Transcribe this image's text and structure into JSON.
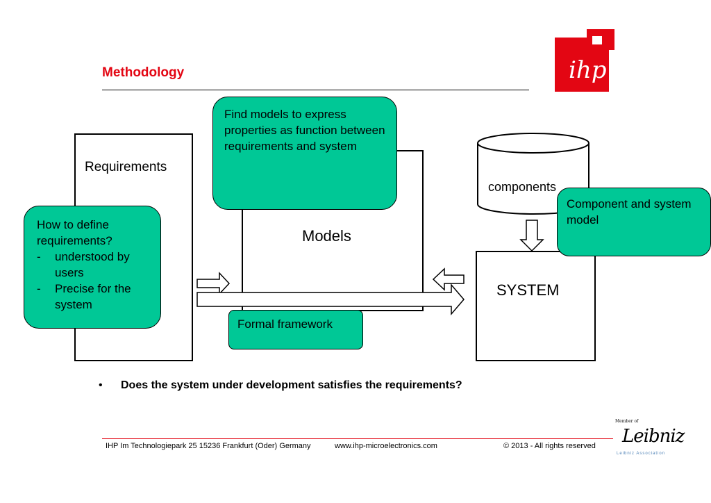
{
  "slide": {
    "title": "Methodology",
    "brand_color": "#e30613",
    "bubble_color": "#00c896"
  },
  "diagram": {
    "requirements_label": "Requirements",
    "models_label": "Models",
    "components_label": "components",
    "system_label": "SYSTEM",
    "bubble_find_models": "Find models to express properties as function between requirements and system",
    "bubble_how_define": {
      "heading": "How to define requirements?",
      "items": [
        {
          "dash": "-",
          "text": "understood by users"
        },
        {
          "dash": "-",
          "text": "Precise for the system"
        }
      ]
    },
    "bubble_component_model": "Component and system model",
    "bubble_formal_framework": "Formal framework"
  },
  "bullet": {
    "symbol": "•",
    "text": "Does the system under development satisfies the requirements?"
  },
  "footer": {
    "address": "IHP  Im Technologiepark 25  15236 Frankfurt (Oder) Germany",
    "website": "www.ihp-microelectronics.com",
    "copyright": "© 2013 - All rights reserved",
    "member_of": "Member of",
    "leibniz_signature": "Leibniz",
    "leibniz_association": "Leibniz Association"
  },
  "logo": {
    "text": "ihp"
  }
}
